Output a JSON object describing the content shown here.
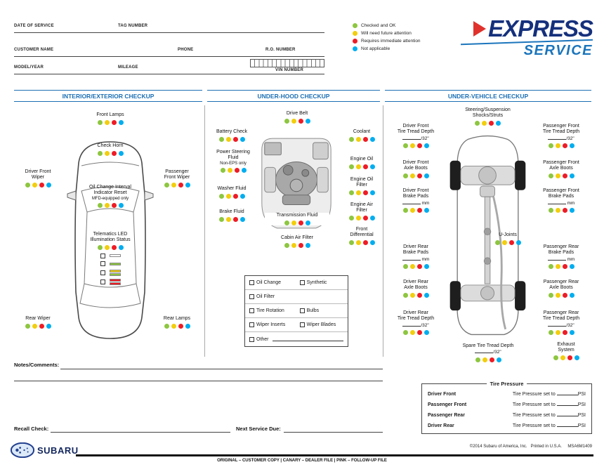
{
  "status_colors": [
    {
      "key": "ok",
      "hex": "#8DC63F"
    },
    {
      "key": "future",
      "hex": "#F2CE0D"
    },
    {
      "key": "immediate",
      "hex": "#EE1C25"
    },
    {
      "key": "na",
      "hex": "#00AEEF"
    }
  ],
  "header": {
    "date_of_service": "DATE OF SERVICE",
    "tag_number": "TAG NUMBER",
    "customer_name": "CUSTOMER NAME",
    "phone": "PHONE",
    "ro_number": "R.O. NUMBER",
    "model_year": "MODEL/YEAR",
    "mileage": "MILEAGE",
    "vin_number": "VIN NUMBER",
    "legend": [
      {
        "label": "Checked and OK"
      },
      {
        "label": "Will need future attention"
      },
      {
        "label": "Requires immediate attention"
      },
      {
        "label": "Not applicable"
      }
    ],
    "logo_express": "EXPRESS",
    "logo_service": "SERVICE"
  },
  "interior": {
    "title": "INTERIOR/EXTERIOR CHECKUP",
    "front_lamps": "Front Lamps",
    "check_horn": "Check Horn",
    "driver_front_wiper": "Driver Front Wiper",
    "passenger_front_wiper": "Passenger Front Wiper",
    "oil_change_reset": "Oil Change Interval Indicator Reset",
    "oil_change_note": "MFD-equipped only",
    "telematics": "Telematics LED Illumination Status",
    "telematics_leds": [
      [
        "#FFFFFF"
      ],
      [
        "#8DC63F"
      ],
      [
        "#F2CE0D",
        "#8DC63F"
      ],
      [
        "#EE1C25",
        "#EE1C25"
      ]
    ],
    "rear_wiper": "Rear Wiper",
    "rear_lamps": "Rear Lamps"
  },
  "underhood": {
    "title": "UNDER-HOOD CHECKUP",
    "drive_belt": "Drive Belt",
    "battery_check": "Battery Check",
    "coolant": "Coolant",
    "power_steering": "Power Steering Fluid",
    "power_steering_note": "Non-EPS only",
    "engine_oil": "Engine Oil",
    "washer_fluid": "Washer Fluid",
    "engine_oil_filter": "Engine Oil Filter",
    "brake_fluid": "Brake Fluid",
    "engine_air_filter": "Engine Air Filter",
    "transmission_fluid": "Transmission Fluid",
    "front_differential": "Front Differential",
    "cabin_air_filter": "Cabin Air Filter",
    "service_checks": [
      "Oil Change",
      "Synthetic",
      "Oil Filter",
      "Tire Rotation",
      "Bulbs",
      "Wiper Inserts",
      "Wiper Blades",
      "Other"
    ]
  },
  "undervehicle": {
    "title": "UNDER-VEHICLE CHECKUP",
    "steering": {
      "l1": "Steering/Suspension",
      "l2": "Shocks/Struts"
    },
    "driver_front_tread": {
      "l1": "Driver Front",
      "l2": "Tire Tread Depth",
      "unit": "/32\""
    },
    "passenger_front_tread": {
      "l1": "Passenger Front",
      "l2": "Tire Tread Depth",
      "unit": "/32\""
    },
    "driver_front_axle": {
      "l1": "Driver Front",
      "l2": "Axle Boots"
    },
    "passenger_front_axle": {
      "l1": "Passenger Front",
      "l2": "Axle Boots"
    },
    "driver_front_brake": {
      "l1": "Driver Front",
      "l2": "Brake Pads",
      "unit": "mm"
    },
    "passenger_front_brake": {
      "l1": "Passenger Front",
      "l2": "Brake Pads",
      "unit": "mm"
    },
    "u_joints": {
      "l1": "U-Joints"
    },
    "driver_rear_brake": {
      "l1": "Driver Rear",
      "l2": "Brake Pads",
      "unit": "mm"
    },
    "passenger_rear_brake": {
      "l1": "Passenger Rear",
      "l2": "Brake Pads",
      "unit": "mm"
    },
    "driver_rear_axle": {
      "l1": "Driver Rear",
      "l2": "Axle Boots"
    },
    "passenger_rear_axle": {
      "l1": "Passenger Rear",
      "l2": "Axle Boots"
    },
    "driver_rear_tread": {
      "l1": "Driver Rear",
      "l2": "Tire Tread Depth",
      "unit": "/32\""
    },
    "passenger_rear_tread": {
      "l1": "Passenger Rear",
      "l2": "Tire Tread Depth",
      "unit": "/32\""
    },
    "spare_tread": {
      "l1": "Spare Tire Tread Depth",
      "unit": "/32\""
    },
    "exhaust": {
      "l1": "Exhaust System"
    }
  },
  "tire_pressure": {
    "title": "Tire Pressure",
    "rows": [
      "Driver Front",
      "Passenger Front",
      "Passenger Rear",
      "Driver Rear"
    ],
    "set_label": "Tire Pressure set to",
    "psi": "PSI"
  },
  "bottom": {
    "notes_label": "Notes/Comments:",
    "recall_label": "Recall Check:",
    "next_service_label": "Next Service Due:"
  },
  "footer": {
    "subaru": "SUBARU",
    "distribution": "ORIGINAL – CUSTOMER COPY   |   CANARY – DEALER FILE   |   PINK – FOLLOW-UP FILE",
    "copyright": "©2014 Subaru of America, Inc.",
    "printed": "Printed in U.S.A.",
    "form_number": "MSA6M1409"
  }
}
